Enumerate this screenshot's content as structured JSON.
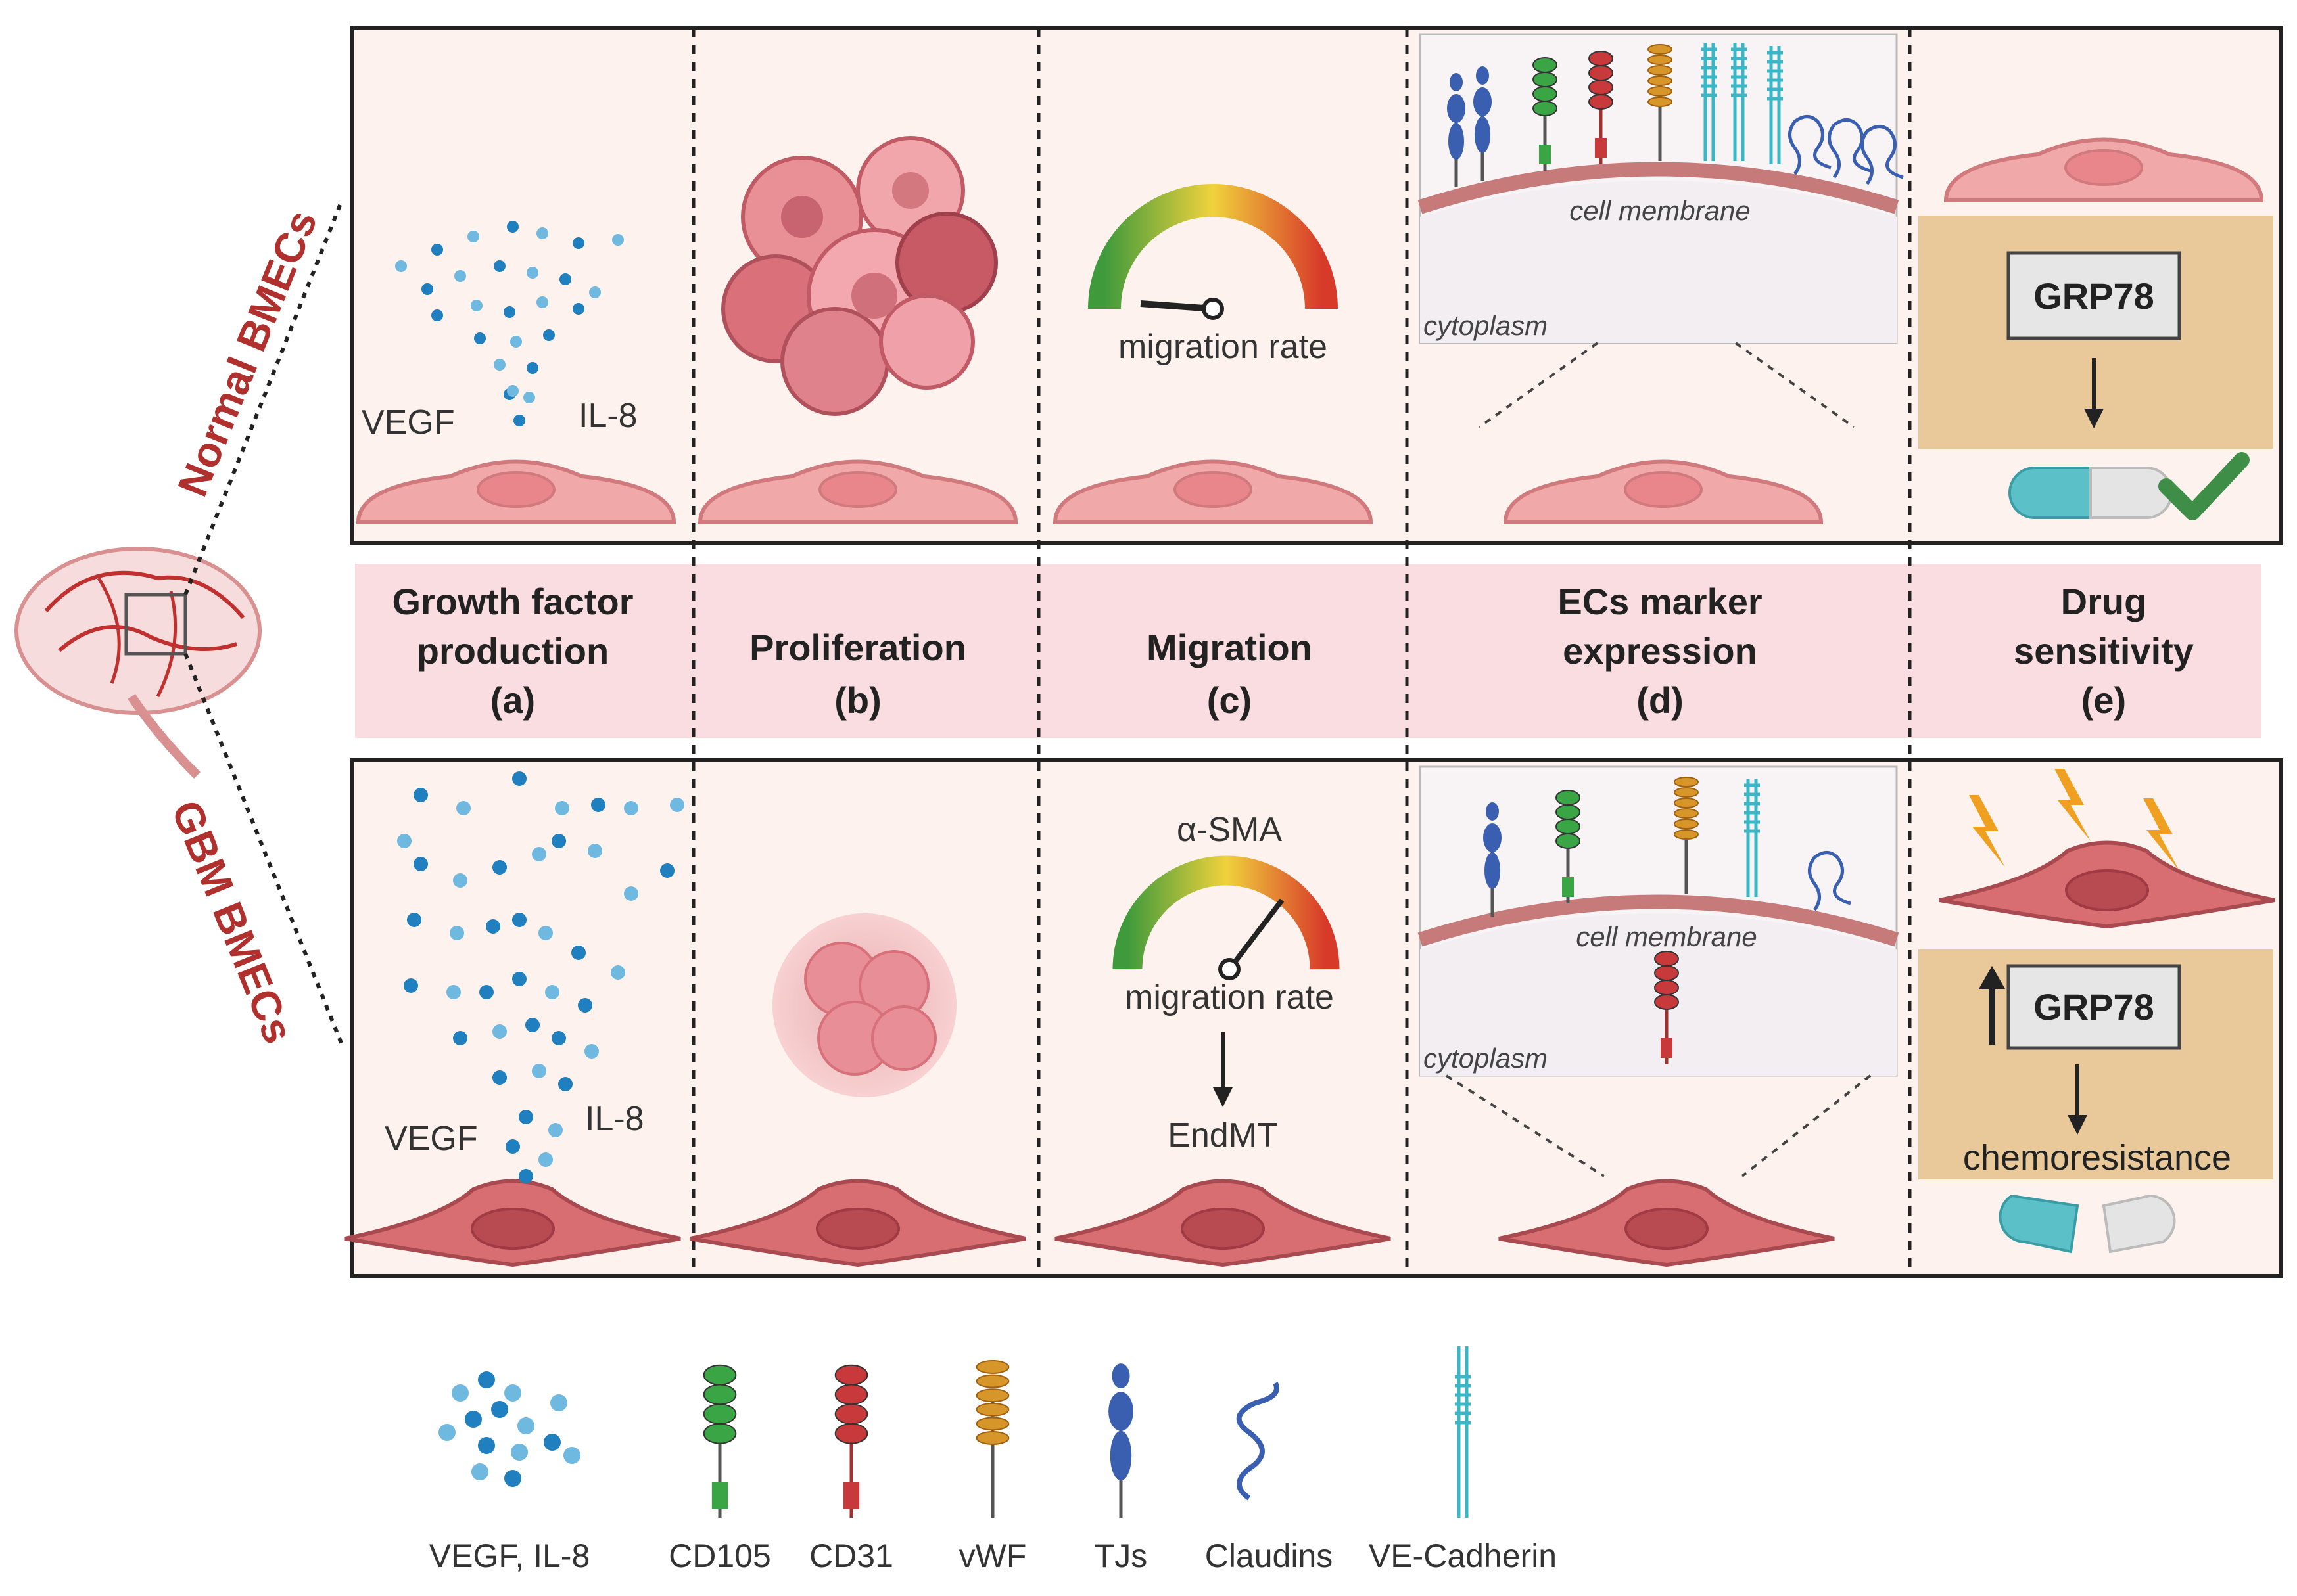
{
  "rows": {
    "normal_label": "Normal BMECs",
    "gbm_label": "GBM BMECs"
  },
  "columns": [
    {
      "title_line1": "Growth factor",
      "title_line2": "production",
      "letter": "(a)"
    },
    {
      "title_line1": "Proliferation",
      "title_line2": "",
      "letter": "(b)"
    },
    {
      "title_line1": "Migration",
      "title_line2": "",
      "letter": "(c)"
    },
    {
      "title_line1": "ECs  marker",
      "title_line2": "expression",
      "letter": "(d)"
    },
    {
      "title_line1": "Drug",
      "title_line2": "sensitivity",
      "letter": "(e)"
    }
  ],
  "panel_text": {
    "vegf": "VEGF",
    "il8": "IL-8",
    "migration_rate": "migration rate",
    "alpha_sma": "α-SMA",
    "endmt": "EndMT",
    "cell_membrane": "cell membrane",
    "cytoplasm": "cytoplasm",
    "grp78": "GRP78",
    "chemoresistance": "chemoresistance"
  },
  "legend": [
    {
      "label": "VEGF, IL-8",
      "icon": "dots-icon",
      "color": "#2a8fc4"
    },
    {
      "label": "CD105",
      "icon": "cd105-receptor-icon",
      "color": "#3aa545"
    },
    {
      "label": "CD31",
      "icon": "cd31-receptor-icon",
      "color": "#c8393b"
    },
    {
      "label": "vWF",
      "icon": "vwf-receptor-icon",
      "color": "#d6962a"
    },
    {
      "label": "TJs",
      "icon": "tj-receptor-icon",
      "color": "#3a5fb0"
    },
    {
      "label": "Claudins",
      "icon": "claudin-coil-icon",
      "color": "#3a5fb0"
    },
    {
      "label": "VE-Cadherin",
      "icon": "ve-cadherin-icon",
      "color": "#3ab6c6"
    }
  ],
  "colors": {
    "panel_bg": "#fdf2ee",
    "header_band": "#fadde0",
    "cell_normal": "#f0a8a8",
    "cell_gbm": "#d86e72",
    "grp_box_bg": "#e9c99a",
    "check": "#3e8e48",
    "lightning": "#f0a020"
  }
}
